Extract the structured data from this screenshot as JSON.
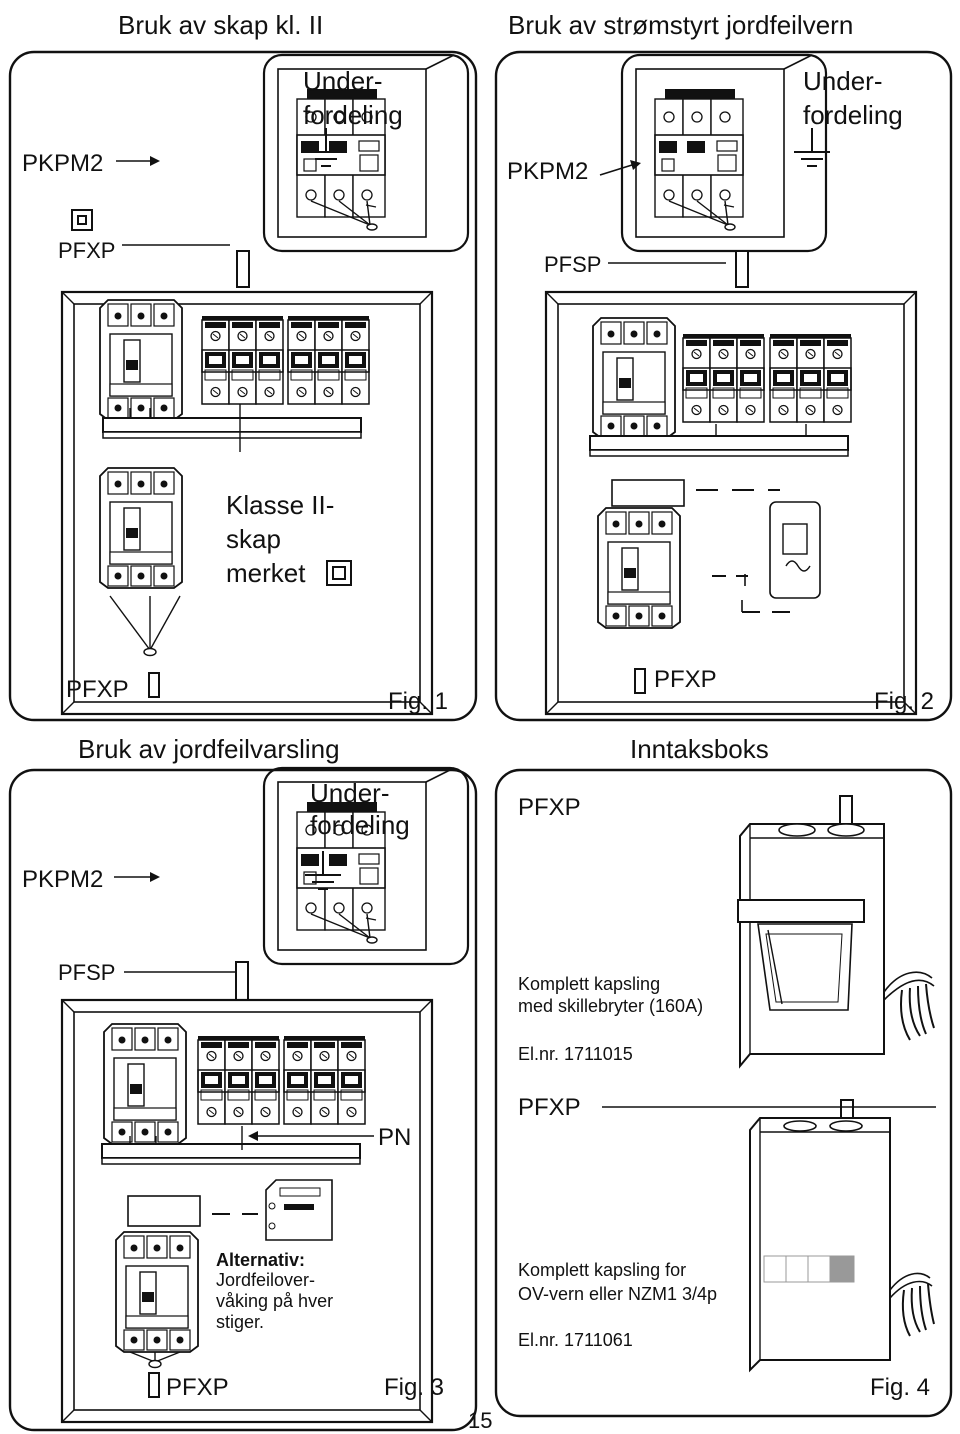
{
  "fig1": {
    "title": "Bruk av skap kl. II",
    "under1": "Under-",
    "under2": "fordeling",
    "pkpm": "PKPM2",
    "pfxp_top": "PFXP",
    "klasse1": "Klasse II-",
    "klasse2": "skap",
    "klasse3": "merket",
    "pfxp_bottom": "PFXP",
    "fig": "Fig. 1"
  },
  "fig2": {
    "title": "Bruk av strømstyrt jordfeilvern",
    "under1": "Under-",
    "under2": "fordeling",
    "pkpm": "PKPM2",
    "pfsp": "PFSP",
    "pfxp": "PFXP",
    "fig": "Fig. 2"
  },
  "fig3": {
    "title": "Bruk av jordfeilvarsling",
    "under1": "Under-",
    "under2": "fordeling",
    "pkpm": "PKPM2",
    "pfsp": "PFSP",
    "pn": "PN",
    "alt1": "Alternativ:",
    "alt2": "Jordfeilover-",
    "alt3": "våking på hver",
    "alt4": "stiger.",
    "pfxp": "PFXP",
    "fig": "Fig. 3"
  },
  "fig4": {
    "title": "Inntaksboks",
    "pfxp_top": "PFXP",
    "desc1a": "Komplett kapsling",
    "desc1b": "med skillebryter (160A)",
    "elnr1": "El.nr. 1711015",
    "pfxp_mid": "PFXP",
    "desc2a": "Komplett kapsling for",
    "desc2b": "OV-vern eller NZM1 3/4p",
    "elnr2": "El.nr. 1711061",
    "fig": "Fig. 4"
  },
  "page_number": "15",
  "symbols": [
    "class-ii-double-square-icon",
    "earth-ground-icon",
    "breaker-module-icon",
    "knife-switch-icon",
    "cable-gland-icon"
  ],
  "colors": {
    "line": "#111111",
    "fill": "#ffffff",
    "shade": "#999999"
  }
}
